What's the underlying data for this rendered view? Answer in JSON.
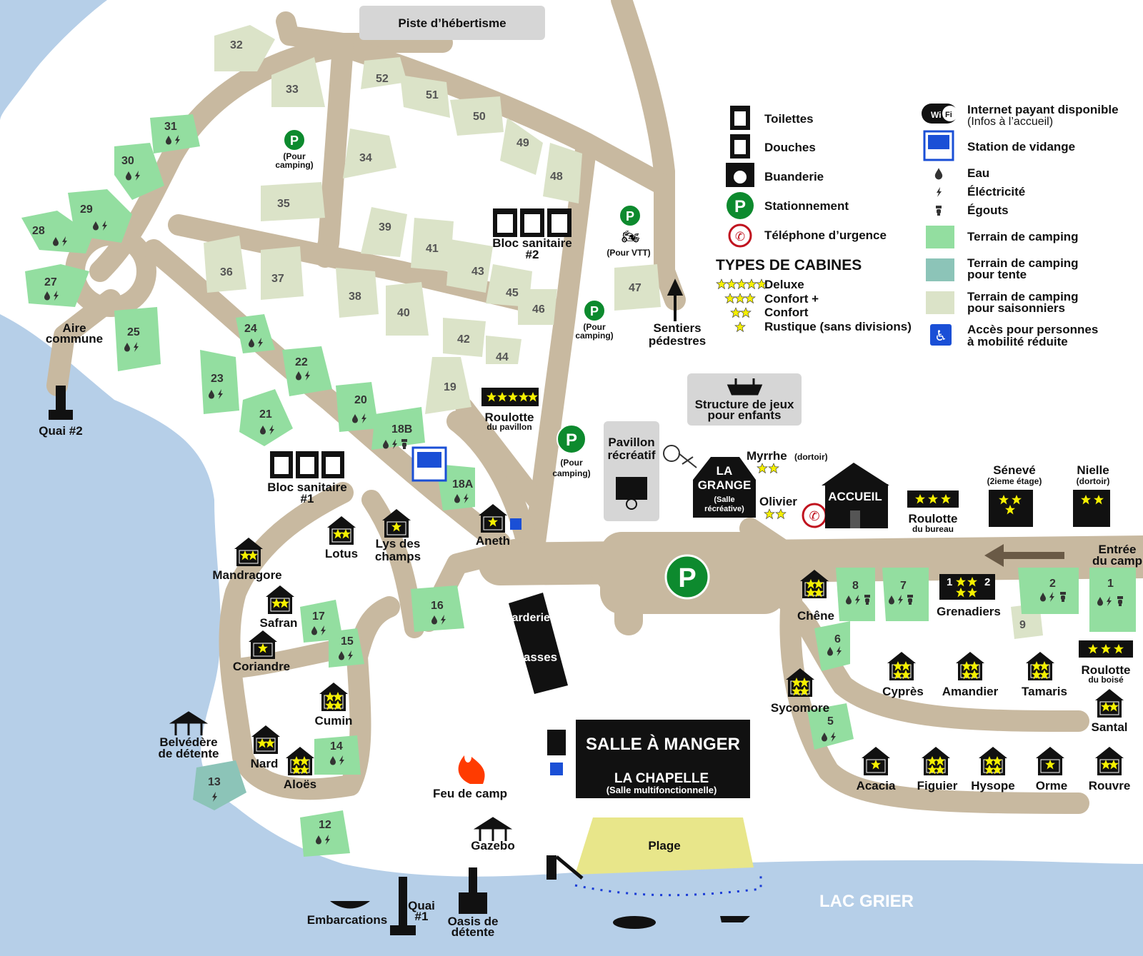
{
  "colors": {
    "water": "#b6cfe8",
    "road": "#c8b9a0",
    "camp_site": "#93dea0",
    "tent_site": "#8cc4b8",
    "seasonal_site": "#dbe3c8",
    "gray_box": "#d6d6d6",
    "beach": "#e8e68a",
    "parking": "#0d8a2e",
    "star": "#f5f000",
    "accessibility": "#1a4fd6"
  },
  "top_label": "Piste d’hébertisme",
  "lake_label": "LAC GRIER",
  "legend": {
    "items": [
      {
        "icon": "toilet-icon",
        "label": "Toilettes"
      },
      {
        "icon": "shower-icon",
        "label": "Douches"
      },
      {
        "icon": "laundry-icon",
        "label": "Buanderie"
      },
      {
        "icon": "parking-icon",
        "label": "Stationnement"
      },
      {
        "icon": "phone-icon",
        "label": "Téléphone d’urgence"
      }
    ],
    "right_items": [
      {
        "icon": "wifi-icon",
        "label": "Internet payant disponible",
        "sub": "(Infos à l’accueil)"
      },
      {
        "icon": "dump-station-icon",
        "label": "Station de vidange"
      },
      {
        "icon": "water-drop-icon",
        "label": "Eau"
      },
      {
        "icon": "electricity-icon",
        "label": "Éléctricité"
      },
      {
        "icon": "sewer-icon",
        "label": "Égouts"
      },
      {
        "icon": "camp-site-swatch",
        "label": "Terrain de camping"
      },
      {
        "icon": "tent-site-swatch",
        "label": "Terrain de camping",
        "sub": "pour tente"
      },
      {
        "icon": "seasonal-site-swatch",
        "label": "Terrain de camping",
        "sub": "pour saisonniers"
      },
      {
        "icon": "accessibility-icon",
        "label": "Accès pour personnes",
        "sub": "à mobilité réduite"
      }
    ],
    "wifi_text": [
      "Wi",
      "Fi"
    ],
    "cabin_types_title": "TYPES DE CABINES",
    "cabin_types": [
      {
        "stars": 5,
        "label": "Deluxe"
      },
      {
        "stars": 3,
        "label": "Confort +"
      },
      {
        "stars": 2,
        "label": "Confort"
      },
      {
        "stars": 1,
        "label": "Rustique (sans divisions)"
      }
    ]
  },
  "sites": {
    "camping": [
      "31",
      "30",
      "29",
      "28",
      "27",
      "25",
      "24",
      "23",
      "22",
      "21",
      "20",
      "18B",
      "18A",
      "17",
      "16",
      "15",
      "14",
      "12",
      "8",
      "7",
      "6",
      "5",
      "2",
      "1"
    ],
    "tent": [
      "13"
    ],
    "seasonal": [
      "32",
      "33",
      "34",
      "35",
      "36",
      "37",
      "38",
      "39",
      "40",
      "41",
      "42",
      "43",
      "44",
      "45",
      "46",
      "47",
      "48",
      "49",
      "50",
      "51",
      "52",
      "19",
      "9"
    ]
  },
  "places": {
    "aire_commune": [
      "Aire",
      "commune"
    ],
    "quai2": "Quai #2",
    "quai1": [
      "Quai",
      "#1"
    ],
    "parking_camping": [
      "(Pour",
      "camping)"
    ],
    "parking_vtt": "(Pour VTT)",
    "parking_big": [
      "(Pour",
      "camping)"
    ],
    "bloc2": [
      "Bloc sanitaire",
      "#2"
    ],
    "bloc1": [
      "Bloc sanitaire",
      "#1"
    ],
    "sentiers": [
      "Sentiers",
      "pédestres"
    ],
    "jeux": [
      "Structure de jeux",
      "pour enfants"
    ],
    "pavillon": [
      "Pavillon",
      "récréatif"
    ],
    "grange": [
      "LA",
      "GRANGE",
      "(Salle",
      "récréative)"
    ],
    "accueil": "ACCUEIL",
    "entree": [
      "Entrée",
      "du camp"
    ],
    "garderie": "Garderie",
    "classes": "Classes",
    "salle": "SALLE À MANGER",
    "chapelle": "LA CHAPELLE",
    "chapelle_sub": "(Salle multifonctionnelle)",
    "feu": "Feu de camp",
    "gazebo": "Gazebo",
    "plage": "Plage",
    "belvedere": [
      "Belvédère",
      "de détente"
    ],
    "embarcations": "Embarcations",
    "oasis": [
      "Oasis de",
      "détente"
    ]
  },
  "cabins": {
    "roulotte_pavillon": [
      "Roulotte",
      "du pavillon"
    ],
    "roulotte_bureau": [
      "Roulotte",
      "du bureau"
    ],
    "roulotte_boise": [
      "Roulotte",
      "du boisé"
    ],
    "myrrhe": "Myrrhe",
    "myrrhe_sub": "(dortoir)",
    "olivier": "Olivier",
    "seneve": "Sénevé",
    "seneve_sub": "(2ieme étage)",
    "nielle": "Nielle",
    "nielle_sub": "(dortoir)",
    "lotus": "Lotus",
    "lys": [
      "Lys des",
      "champs"
    ],
    "aneth": "Aneth",
    "mandragore": "Mandragore",
    "safran": "Safran",
    "coriandre": "Coriandre",
    "cumin": "Cumin",
    "nard": "Nard",
    "aloes": "Aloës",
    "chene": "Chêne",
    "grenadiers": "Grenadiers",
    "grenadiers_nums": [
      "1",
      "2"
    ],
    "cypres": "Cyprès",
    "amandier": "Amandier",
    "tamaris": "Tamaris",
    "sycomore": "Sycomore",
    "santal": "Santal",
    "acacia": "Acacia",
    "figuier": "Figuier",
    "hysope": "Hysope",
    "orme": "Orme",
    "rouvre": "Rouvre"
  }
}
